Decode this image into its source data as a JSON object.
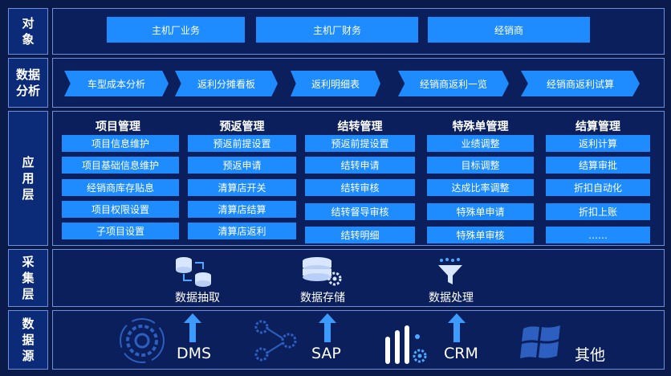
{
  "layers": {
    "object": {
      "label": [
        "对",
        "象"
      ]
    },
    "analysis": {
      "label": [
        "数据",
        "分析"
      ]
    },
    "app": {
      "label": [
        "应",
        "用",
        "层"
      ]
    },
    "collect": {
      "label": [
        "采",
        "集",
        "层"
      ]
    },
    "source": {
      "label": [
        "数",
        "据",
        "源"
      ]
    }
  },
  "objects": [
    "主机厂业务",
    "主机厂财务",
    "经销商"
  ],
  "analysis": [
    "车型成本分析",
    "返利分摊看板",
    "返利明细表",
    "经销商返利一览",
    "经销商返利试算"
  ],
  "app_columns": [
    {
      "title": "项目管理",
      "items": [
        "项目信息维护",
        "项目基础信息维护",
        "经销商库存贴息",
        "项目权限设置",
        "子项目设置"
      ]
    },
    {
      "title": "预返管理",
      "items": [
        "预返前提设置",
        "预返申请",
        "清算店开关",
        "清算店结算",
        "清算店返利"
      ]
    },
    {
      "title": "结转管理",
      "items": [
        "预返前提设置",
        "结转申请",
        "结转审核",
        "结转督导审核",
        "结转明细"
      ]
    },
    {
      "title": "特殊单管理",
      "items": [
        "业绩调整",
        "目标调整",
        "达成比率调整",
        "特殊单申请",
        "特殊单审核"
      ]
    },
    {
      "title": "结算管理",
      "items": [
        "返利计算",
        "结算审批",
        "折扣自动化",
        "折扣上账",
        "……"
      ]
    }
  ],
  "collect": [
    {
      "label": "数据抽取",
      "icon": "database-transfer-icon"
    },
    {
      "label": "数据存储",
      "icon": "database-storage-icon"
    },
    {
      "label": "数据处理",
      "icon": "funnel-icon"
    }
  ],
  "sources": [
    {
      "label": "DMS",
      "icon": "gear-circle-icon"
    },
    {
      "label": "SAP",
      "icon": "gear-network-icon"
    },
    {
      "label": "CRM",
      "icon": "bar-gear-icon"
    },
    {
      "label": "其他",
      "icon": "windows-logo-icon"
    }
  ],
  "colors": {
    "background": "#0a1a4a",
    "accent": "#1e8cff",
    "border": "#6f8fd8"
  }
}
